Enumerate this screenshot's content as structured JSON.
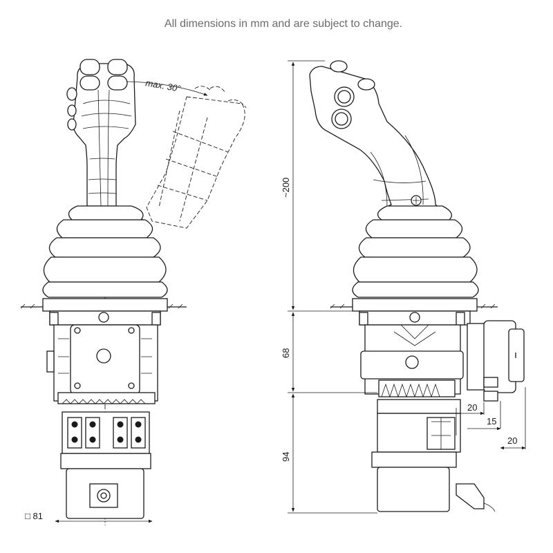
{
  "caption": "All dimensions in mm and are subject to change.",
  "labels": {
    "angle": "max. 30°",
    "height_total": "~200",
    "height_body": "68",
    "height_base": "94",
    "square": "□ 81",
    "offset_a": "20",
    "offset_b": "15",
    "offset_c": "20"
  }
}
